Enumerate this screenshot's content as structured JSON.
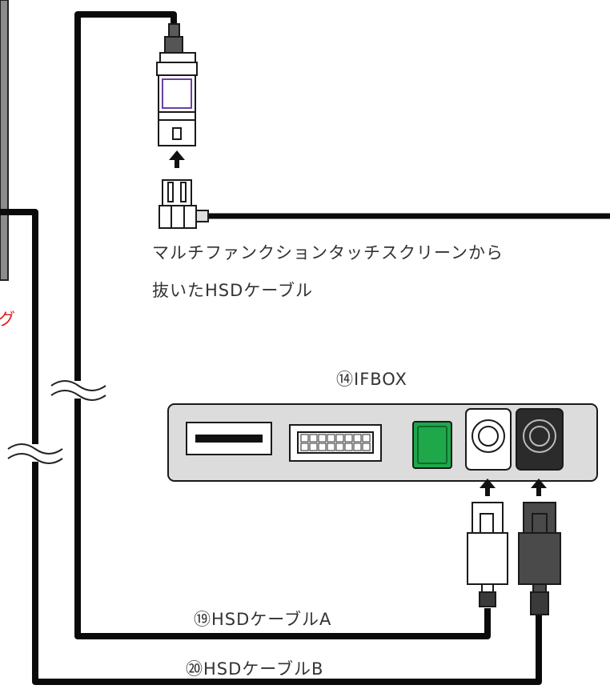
{
  "labels": {
    "original_cable_line1": "マルチファンクションタッチスクリーンから",
    "original_cable_line2": "抜いたHSDケーブル",
    "ifbox": "⑭IFBOX",
    "cable_a": "⑲HSDケーブルA",
    "cable_b": "⑳HSDケーブルB",
    "red_fragment": "グ"
  },
  "colors": {
    "cable": "#0a0a0a",
    "box_fill": "#dcdcdc",
    "box_stroke": "#1a1a1a",
    "green_port": "#1ea84a",
    "red_text": "#e02020",
    "connector_dark": "#4a4a4a",
    "connector_light": "#ffffff",
    "purple_accent": "#6b3fa0",
    "gray_panel": "#8c8c8c"
  }
}
